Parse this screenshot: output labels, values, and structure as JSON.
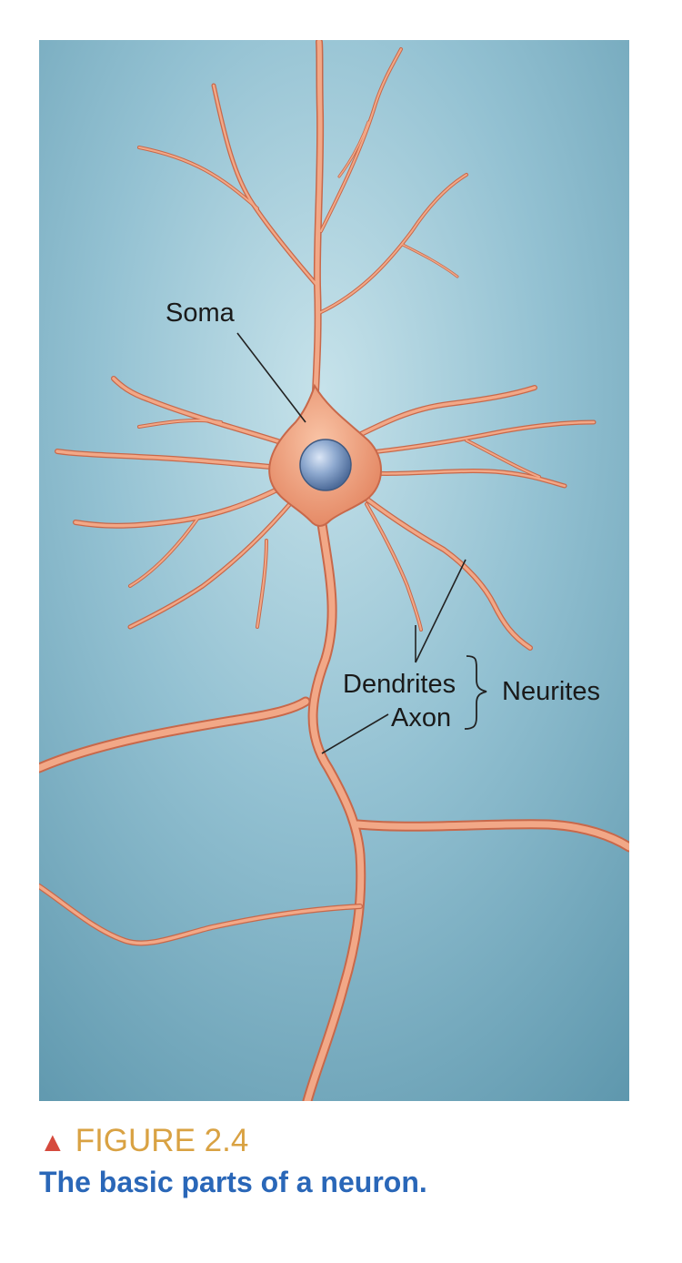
{
  "figure": {
    "labels": {
      "soma": "Soma",
      "dendrites": "Dendrites",
      "axon": "Axon",
      "neurites": "Neurites"
    }
  },
  "caption": {
    "marker_icon": "triangle-icon",
    "figure_number": "FIGURE 2.4",
    "title": "The basic parts of a neuron."
  },
  "colors": {
    "background_top": "#b8dbe6",
    "background_bottom": "#5e97ad",
    "neuron_fill": "#f0a784",
    "neuron_edge": "#c8684a",
    "nucleus": "#7f9fc8",
    "caption_figure_number": "#d9a243",
    "caption_triangle": "#d54a3d",
    "caption_title": "#2a67b8"
  }
}
